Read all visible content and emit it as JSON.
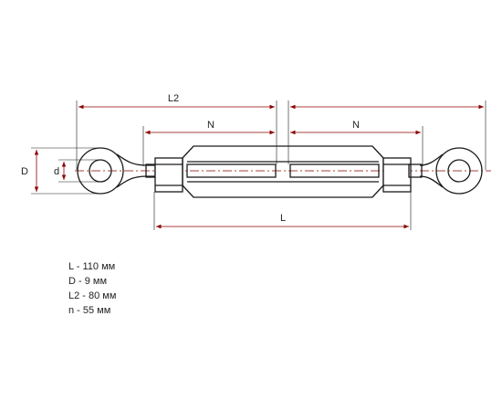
{
  "colors": {
    "drawing_stroke": "#1a1a1a",
    "dimension_arrow": "#8b0000",
    "center_line": "#8b0000"
  },
  "diagram": {
    "part": "turnbuckle (hook-eye/eye-eye)",
    "dimension_labels": {
      "L2": "L2",
      "N_left": "N",
      "N_right": "N",
      "L": "L",
      "D": "D",
      "d": "d"
    }
  },
  "specs": [
    "L - 110 мм",
    "D - 9 мм",
    "L2 - 80 мм",
    "n - 55 мм"
  ]
}
